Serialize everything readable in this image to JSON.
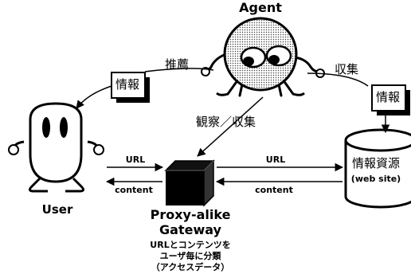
{
  "diagram": {
    "agent_label": "Agent",
    "user_label": "User",
    "gateway_label": [
      "Proxy-alike",
      "Gateway"
    ],
    "gateway_caption": [
      "URLとコンテンツを",
      "ユーザ毎に分類",
      "（アクセスデータ）"
    ],
    "resource_label": "情報資源",
    "resource_sublabel": "(web site)",
    "recommend_label": "推薦",
    "collect_label": "収集",
    "observe_collect_label": "観察／収集",
    "info_card_left": "情報",
    "info_card_right": "情報",
    "url_left": "URL",
    "content_left": "content",
    "url_right": "URL",
    "content_right": "content"
  }
}
